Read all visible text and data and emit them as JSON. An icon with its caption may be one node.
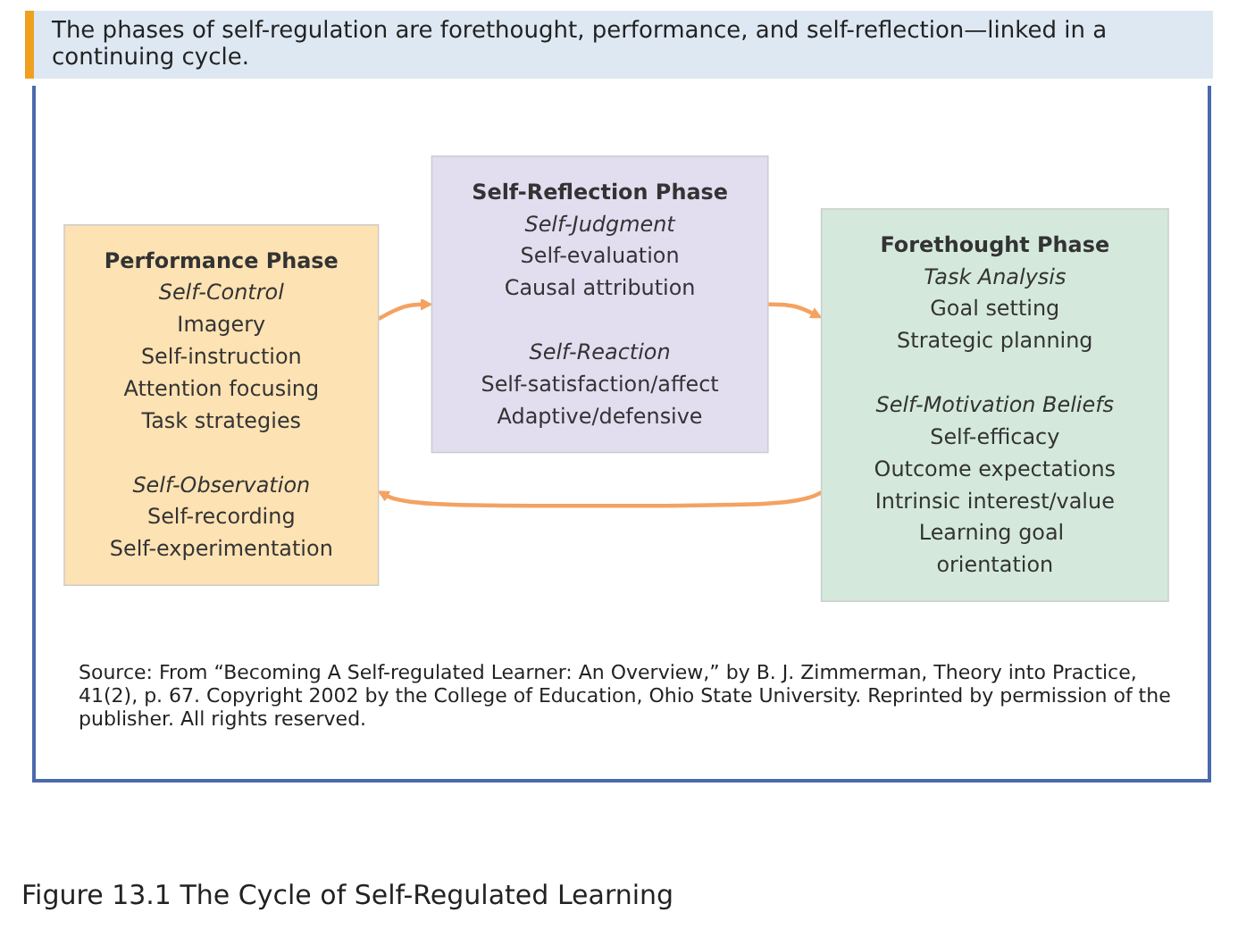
{
  "diagram": {
    "title": "The phases of self-regulation are forethought, performance, and self-reflection—linked in a continuing cycle.",
    "caption": "Figure 13.1 The Cycle of Self-Regulated Learning",
    "nodes": [
      {
        "text": [
          "Performance Phase",
          "Self-Control",
          "Imagery",
          "Self-instruction",
          "Attention focusing",
          "Task strategies",
          "Self-Observation",
          "Self-recording",
          "Self-experimentation"
        ]
      },
      {
        "text": [
          "Forethought Phase",
          "Task Analysis",
          "Goal setting",
          "Strategic planning",
          "Self-Motivation Beliefs",
          "Self-efficacy",
          "Outcome expectations",
          "Intrinsic interest/value",
          "Learning goal orientation"
        ]
      },
      {
        "text": [
          "Self-Reflection Phase",
          "Self-Judgment",
          "Self-evaluation",
          "Causal attribution",
          "Self-Reaction",
          "Self-satisfaction/affect",
          "Adaptive/defensive"
        ]
      }
    ],
    "edges": [
      {
        "from": 1,
        "to": 0,
        "arrow": "to"
      },
      {
        "from": 0,
        "to": 2,
        "arrow": "to"
      },
      {
        "from": 2,
        "to": 1,
        "arrow": "to"
      }
    ],
    "labels": [
      "Source: From “Becoming A Self-regulated Learner: An Overview,” by B. J. Zimmerman, Theory into Practice, 41(2), p. 67. Copyright 2002 by the College of Education, Ohio State University. Reprinted by permission of the publisher. All rights reserved."
    ]
  }
}
